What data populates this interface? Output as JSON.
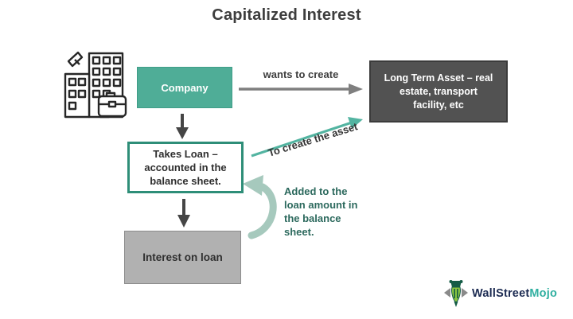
{
  "title": "Capitalized Interest",
  "colors": {
    "company_fill": "#4fad97",
    "takes_loan_border": "#2e8e78",
    "teal_arrow": "#53b4a1",
    "curved_arrow": "#a6c9bd",
    "dark_box_fill": "#525252",
    "gray_box_fill": "#b1b1b1",
    "gray_arrow": "#4a4a4a",
    "heading_text": "#3e3e3e",
    "added_note_text": "#2c695d",
    "logo_navy": "#1c2b52",
    "logo_teal": "#2fafa0"
  },
  "nodes": {
    "company": {
      "label": "Company"
    },
    "long_term_asset": {
      "lines": [
        "Long Term Asset – real",
        "estate, transport",
        "facility, etc"
      ]
    },
    "takes_loan": {
      "lines": [
        "Takes Loan –",
        "accounted in the",
        "balance sheet."
      ]
    },
    "interest_on_loan": {
      "label": "Interest on loan"
    }
  },
  "edges": {
    "wants_to_create": {
      "label": "wants to create"
    },
    "to_create_asset": {
      "label": "To create the asset"
    },
    "added_to_loan": {
      "lines": [
        "Added to the",
        "loan amount in",
        "the balance",
        "sheet."
      ]
    }
  },
  "icons": {
    "company_icon": "building-with-briefcase-icon",
    "logo_icon": "wallstreetmojo-bull-icon"
  },
  "logo": {
    "primary": "WallStreet",
    "secondary": "Mojo"
  }
}
